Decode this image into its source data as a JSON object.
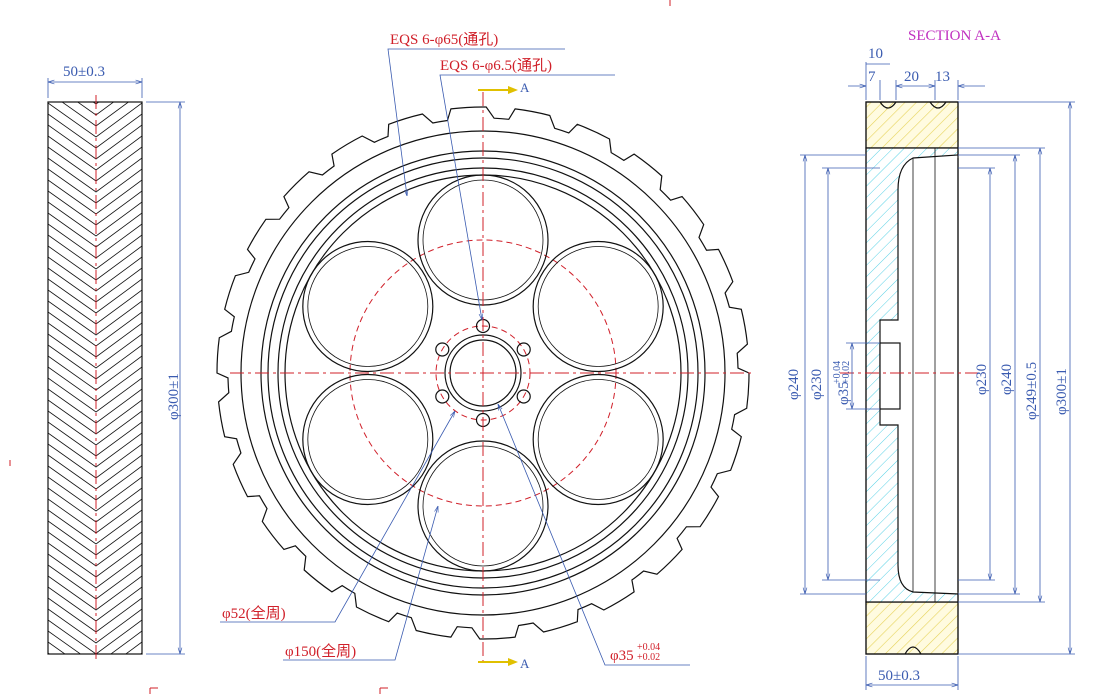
{
  "labels": {
    "section_title": "SECTION A-A",
    "section_marker_top": "A",
    "section_marker_bottom": "A",
    "holes_large": "EQS 6-φ65(通孔)",
    "holes_small": "EQS 6-φ6.5(通孔)",
    "pcd_small": "φ52(全周)",
    "pcd_large": "φ150(全周)",
    "bore_front_main": "φ35",
    "bore_front_upper_tol": "+0.04",
    "bore_front_lower_tol": "+0.02",
    "width_left": "50±0.3",
    "diameter_left": "φ300±1",
    "dim_10": "10",
    "dim_7": "7",
    "dim_20": "20",
    "dim_13": "13",
    "dia_240_left": "φ240",
    "dia_230_left": "φ230",
    "bore_section_main": "φ35",
    "bore_section_upper_tol": "+0.04",
    "bore_section_lower_tol": "+0.02",
    "dia_230_right": "φ230",
    "dia_240_right": "φ240",
    "dia_249": "φ249±0.5",
    "dia_300_right": "φ300±1",
    "width_bottom": "50±0.3"
  },
  "colors": {
    "outline": "#111111",
    "dimension": "#3a5bb0",
    "centerline": "#d0202a",
    "section_title": "#c030c0",
    "marker": "#e0c000",
    "tread_hatch": "#e6d35a",
    "hub_hatch": "#5ad2e6"
  }
}
